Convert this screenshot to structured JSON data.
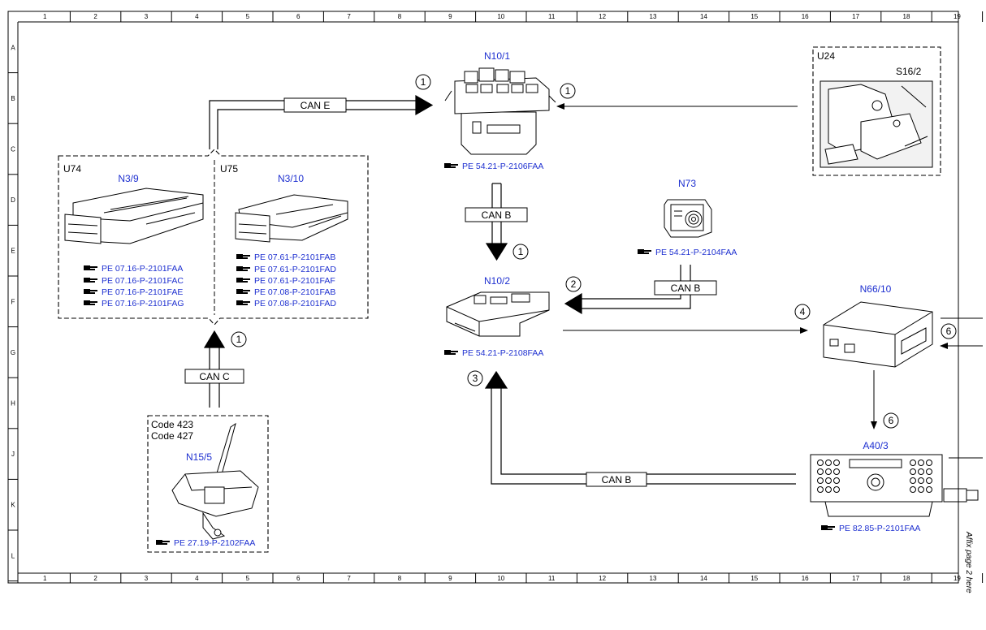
{
  "colors": {
    "reference_blue": "#1d2fd0",
    "line": "#000000"
  },
  "ruler": {
    "columns": [
      "1",
      "2",
      "3",
      "4",
      "5",
      "6",
      "7",
      "8",
      "9",
      "10",
      "11",
      "12",
      "13",
      "14",
      "15",
      "16",
      "17",
      "18",
      "19"
    ],
    "rows": [
      "A",
      "B",
      "C",
      "D",
      "E",
      "F",
      "G",
      "H",
      "J",
      "K",
      "L"
    ]
  },
  "groups": {
    "u74": "U74",
    "u75": "U75",
    "u24": "U24",
    "n15_code1": "Code 423",
    "n15_code2": "Code 427"
  },
  "components": {
    "n10_1": {
      "label": "N10/1",
      "ref": "PE 54.21-P-2106FAA"
    },
    "n10_2": {
      "label": "N10/2",
      "ref": "PE 54.21-P-2108FAA"
    },
    "n73": {
      "label": "N73",
      "ref": "PE 54.21-P-2104FAA"
    },
    "n3_9": {
      "label": "N3/9",
      "refs": [
        "PE 07.16-P-2101FAA",
        "PE 07.16-P-2101FAC",
        "PE 07.16-P-2101FAE",
        "PE 07.16-P-2101FAG"
      ]
    },
    "n3_10": {
      "label": "N3/10",
      "refs": [
        "PE 07.61-P-2101FAB",
        "PE 07.61-P-2101FAD",
        "PE 07.61-P-2101FAF",
        "PE 07.08-P-2101FAB",
        "PE 07.08-P-2101FAD"
      ]
    },
    "s16_2": {
      "label": "S16/2"
    },
    "n66_10": {
      "label": "N66/10"
    },
    "a40_3": {
      "label": "A40/3",
      "ref": "PE 82.85-P-2101FAA"
    },
    "n15_5": {
      "label": "N15/5",
      "ref": "PE 27.19-P-2102FAA"
    }
  },
  "buses": {
    "can_e": "CAN E",
    "can_b_1": "CAN B",
    "can_b_2": "CAN B",
    "can_b_3": "CAN B",
    "can_c": "CAN C"
  },
  "markers": {
    "m1a": "1",
    "m1b": "1",
    "m1c": "1",
    "m1d": "1",
    "m2": "2",
    "m3": "3",
    "m4": "4",
    "m6a": "6",
    "m6b": "6"
  },
  "side_note": "Affix page 2 here"
}
